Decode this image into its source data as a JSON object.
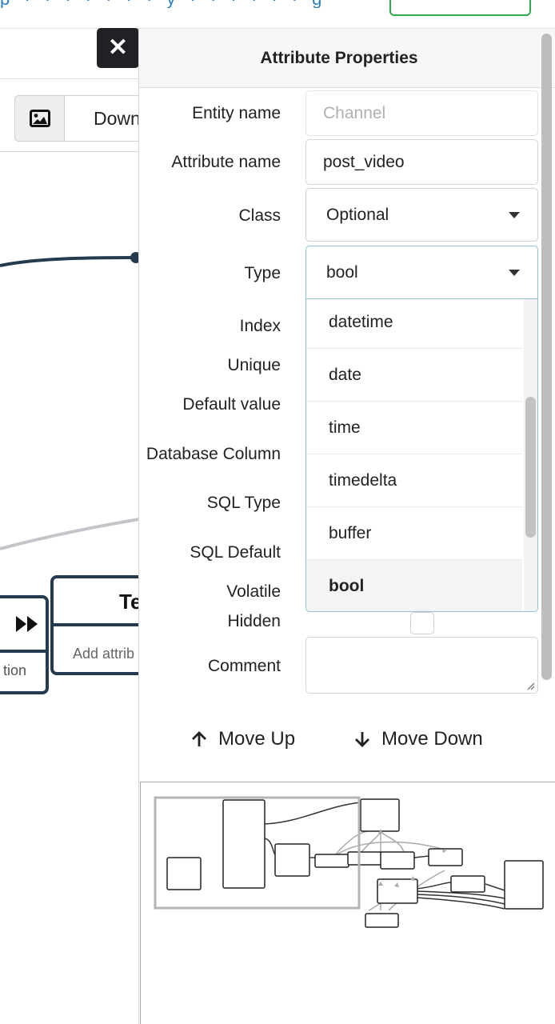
{
  "canvas": {
    "download_label": "Down",
    "entity_b_title": "Te",
    "entity_b_add_label": "Add attrib",
    "entity_a_footer": "tion"
  },
  "panel": {
    "title": "Attribute Properties",
    "labels": {
      "entity_name": "Entity name",
      "attribute_name": "Attribute name",
      "class": "Class",
      "type": "Type",
      "index": "Index",
      "unique": "Unique",
      "default_value": "Default value",
      "database_column": "Database Column",
      "sql_type": "SQL Type",
      "sql_default": "SQL Default",
      "volatile": "Volatile",
      "hidden": "Hidden",
      "comment": "Comment"
    },
    "entity_name_placeholder": "Channel",
    "attribute_name_value": "post_video",
    "class_value": "Optional",
    "type_value": "bool",
    "type_options": [
      "datetime",
      "date",
      "time",
      "timedelta",
      "buffer",
      "bool"
    ],
    "type_selected": "bool",
    "hidden_checked": false,
    "comment_value": "",
    "move_up_label": "Move Up",
    "move_down_label": "Move Down"
  }
}
